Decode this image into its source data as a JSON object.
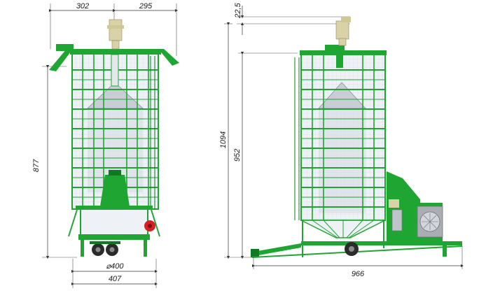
{
  "dimensions": {
    "front_view": {
      "top_left_width": "302",
      "top_right_width": "295",
      "height": "877",
      "base_diameter": "⌀400",
      "base_width": "407"
    },
    "side_view": {
      "top_offset": "22,5",
      "total_height": "1094",
      "body_height": "952",
      "total_length": "966"
    }
  },
  "colors": {
    "frame_green": "#1fa632",
    "dark_green": "#0f7a22",
    "silo_panel": "#eef1f5",
    "cone_gray": "#c9ced6",
    "dimension_line": "#333333",
    "motor_red": "#d81f26",
    "fan_gray": "#a9aeb4",
    "beige_chimney": "#d9d2a6"
  }
}
